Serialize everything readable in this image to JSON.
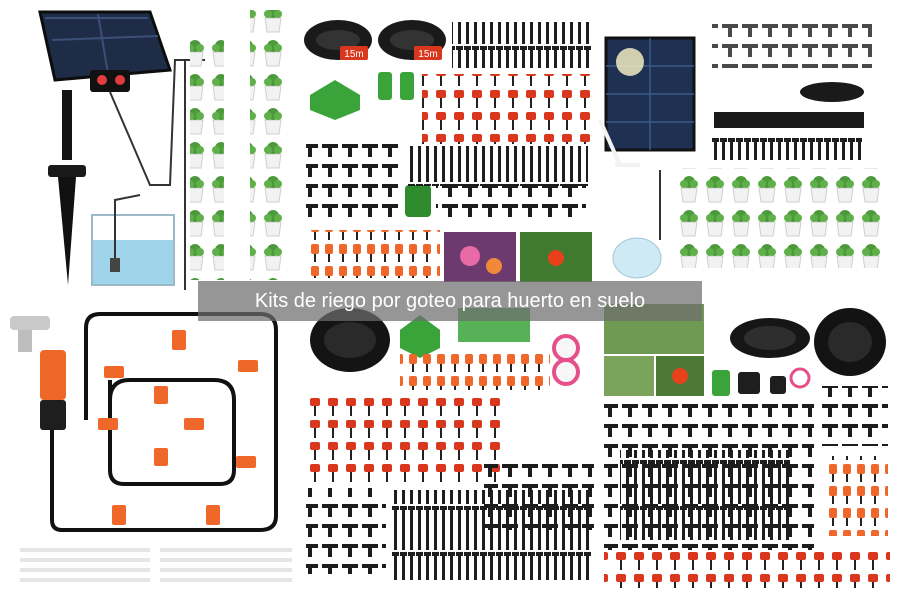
{
  "caption": "Kits de riego por goteo para huerto en suelo",
  "panels": [
    {
      "name": "solar-drip-system-panel",
      "hose_label_1": "",
      "hose_label_2": ""
    },
    {
      "name": "tubing-and-fittings-kit-panel",
      "hose_label_1": "15m",
      "hose_label_2": "15m"
    },
    {
      "name": "solar-kit-with-pots-panel"
    },
    {
      "name": "faucet-loop-layout-panel"
    },
    {
      "name": "large-drip-kit-panel"
    },
    {
      "name": "kit-with-photo-insets-panel"
    }
  ],
  "colors": {
    "hose": "#1a1a1a",
    "dripper": "#e8401a",
    "fitting_green": "#3aa33a",
    "water": "#9fd4ea",
    "panel_blue": "#22324f",
    "caption_bg": "#6e6e6e"
  }
}
